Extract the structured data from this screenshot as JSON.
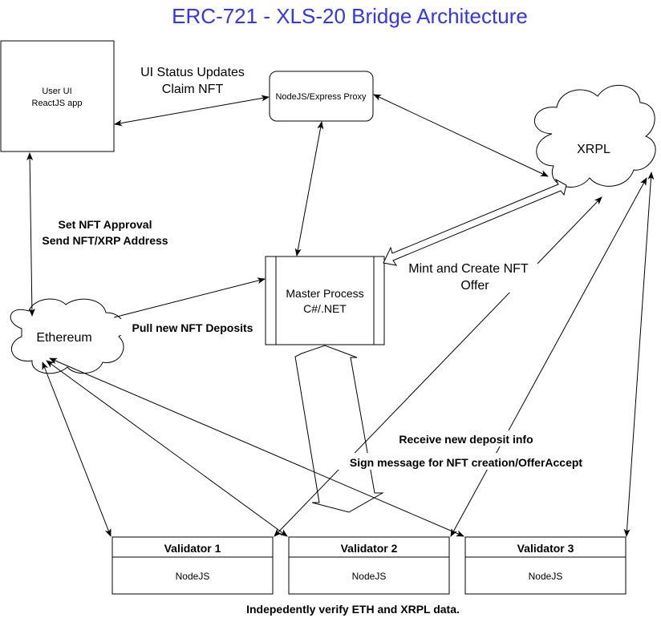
{
  "title": "ERC-721 - XLS-20 Bridge Architecture",
  "colors": {
    "title": "#3333ff",
    "stroke": "#000000",
    "fill": "#ffffff"
  },
  "nodes": {
    "user_ui": {
      "line1": "User UI",
      "line2": "ReactJS app"
    },
    "proxy": {
      "label": "NodeJS/Express Proxy"
    },
    "xrpl": {
      "label": "XRPL"
    },
    "master": {
      "line1": "Master Process",
      "line2": "C#/.NET"
    },
    "ethereum": {
      "label": "Ethereum"
    },
    "validators": [
      {
        "title": "Validator 1",
        "body": "NodeJS"
      },
      {
        "title": "Validator 2",
        "body": "NodeJS"
      },
      {
        "title": "Validator 3",
        "body": "NodeJS"
      }
    ]
  },
  "edge_labels": {
    "ui_status_line1": "UI Status Updates",
    "ui_status_line2": "Claim NFT",
    "set_approval_line1": "Set NFT Approval",
    "set_approval_line2": "Send NFT/XRP Address",
    "pull_deposits": "Pull new NFT Deposits",
    "mint_line1": "Mint and Create NFT",
    "mint_line2": "Offer",
    "receive_deposit": "Receive new deposit info",
    "sign_message": "Sign message for NFT creation/OfferAccept"
  },
  "footer": "Indepedently verify ETH and XRPL data."
}
